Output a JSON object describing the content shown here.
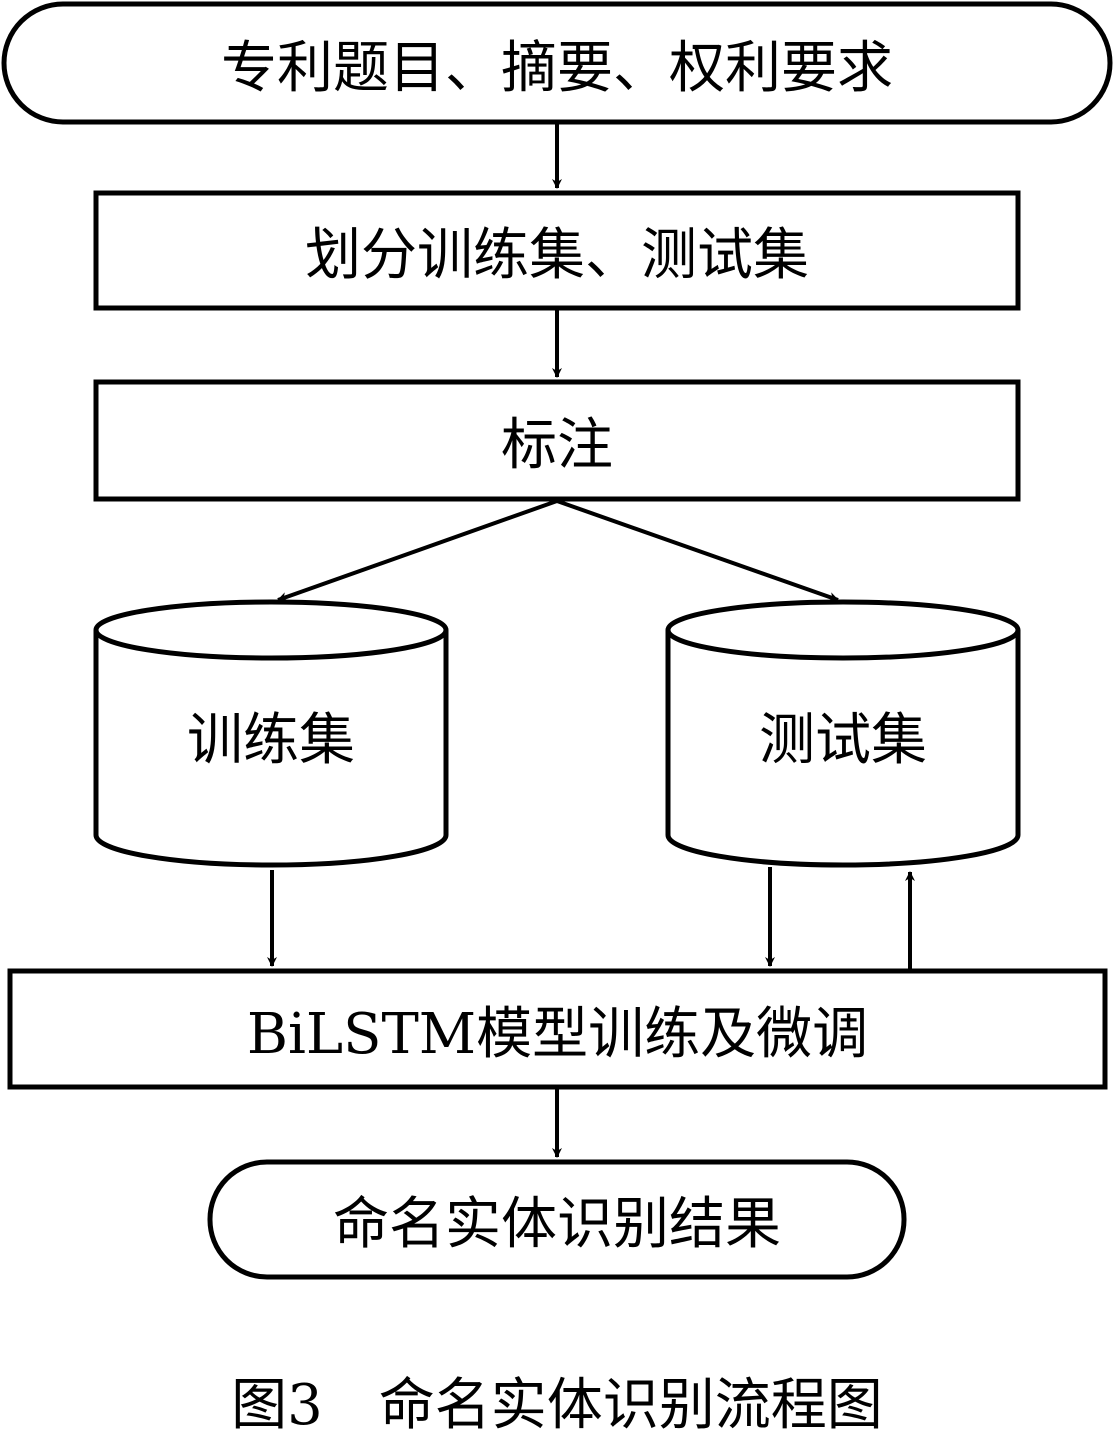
{
  "diagram": {
    "nodes": {
      "input": {
        "label": "专利题目、摘要、权利要求",
        "shape": "terminator"
      },
      "split": {
        "label": "划分训练集、测试集",
        "shape": "process"
      },
      "annotate": {
        "label": "标注",
        "shape": "process"
      },
      "train_set": {
        "label": "训练集",
        "shape": "database"
      },
      "test_set": {
        "label": "测试集",
        "shape": "database"
      },
      "model": {
        "label": "BiLSTM模型训练及微调",
        "shape": "process"
      },
      "result": {
        "label": "命名实体识别结果",
        "shape": "terminator"
      }
    },
    "edges": [
      {
        "from": "input",
        "to": "split"
      },
      {
        "from": "split",
        "to": "annotate"
      },
      {
        "from": "annotate",
        "to": "train_set"
      },
      {
        "from": "annotate",
        "to": "test_set"
      },
      {
        "from": "train_set",
        "to": "model"
      },
      {
        "from": "test_set",
        "to": "model"
      },
      {
        "from": "model",
        "to": "test_set"
      },
      {
        "from": "model",
        "to": "result"
      }
    ],
    "caption": "图3　命名实体识别流程图",
    "stroke_color": "#000000",
    "fill_color": "#ffffff"
  }
}
